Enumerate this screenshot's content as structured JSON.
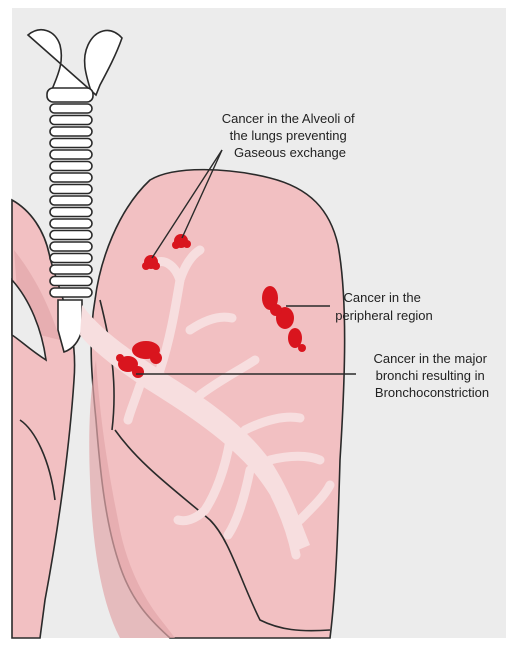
{
  "annotations": {
    "alveoli": [
      "Cancer in the Alveoli of",
      "the lungs preventing",
      "Gaseous exchange"
    ],
    "peripheral": [
      "Cancer in the",
      "peripheral region"
    ],
    "bronchi": [
      "Cancer in the major",
      "bronchi resulting in",
      "Bronchoconstriction"
    ]
  },
  "colors": {
    "background": "#ececec",
    "lung": "#f2c0c2",
    "lung_shadow": "#e3a7aa",
    "bronchi": "#f7dedf",
    "trachea": "#ffffff",
    "tumor": "#d9151e",
    "outline": "#2a2a2a"
  }
}
